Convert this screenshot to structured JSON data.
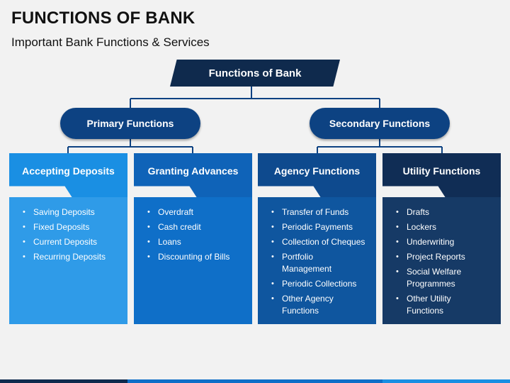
{
  "title": "FUNCTIONS OF BANK",
  "subtitle": "Important Bank Functions & Services",
  "root": {
    "label": "Functions of Bank"
  },
  "groups": [
    {
      "label": "Primary Functions"
    },
    {
      "label": "Secondary Functions"
    }
  ],
  "cards": [
    {
      "title": "Accepting Deposits",
      "items": [
        "Saving Deposits",
        "Fixed Deposits",
        "Current Deposits",
        "Recurring Deposits"
      ],
      "head_color": "#1a8fe3",
      "body_color": "#2f9be8"
    },
    {
      "title": "Granting Advances",
      "items": [
        "Overdraft",
        "Cash credit",
        "Loans",
        "Discounting of Bills"
      ],
      "head_color": "#0f63b8",
      "body_color": "#0f6fc8"
    },
    {
      "title": "Agency Functions",
      "items": [
        "Transfer of Funds",
        "Periodic Payments",
        "Collection of Cheques",
        "Portfolio Management",
        "Periodic Collections",
        "Other Agency Functions"
      ],
      "head_color": "#0e4a8e",
      "body_color": "#0f569f"
    },
    {
      "title": "Utility Functions",
      "items": [
        "Drafts",
        "Lockers",
        "Underwriting",
        "Project Reports",
        "Social Welfare Programmes",
        "Other Utility Functions"
      ],
      "head_color": "#102d55",
      "body_color": "#163a66"
    }
  ],
  "colors": {
    "root": "#0f2a4d",
    "pill": "#0d4282",
    "connector": "#0d4282",
    "bottom_bar": [
      "#0f2a4d",
      "#0f6fc8",
      "#1a8fe3"
    ]
  }
}
